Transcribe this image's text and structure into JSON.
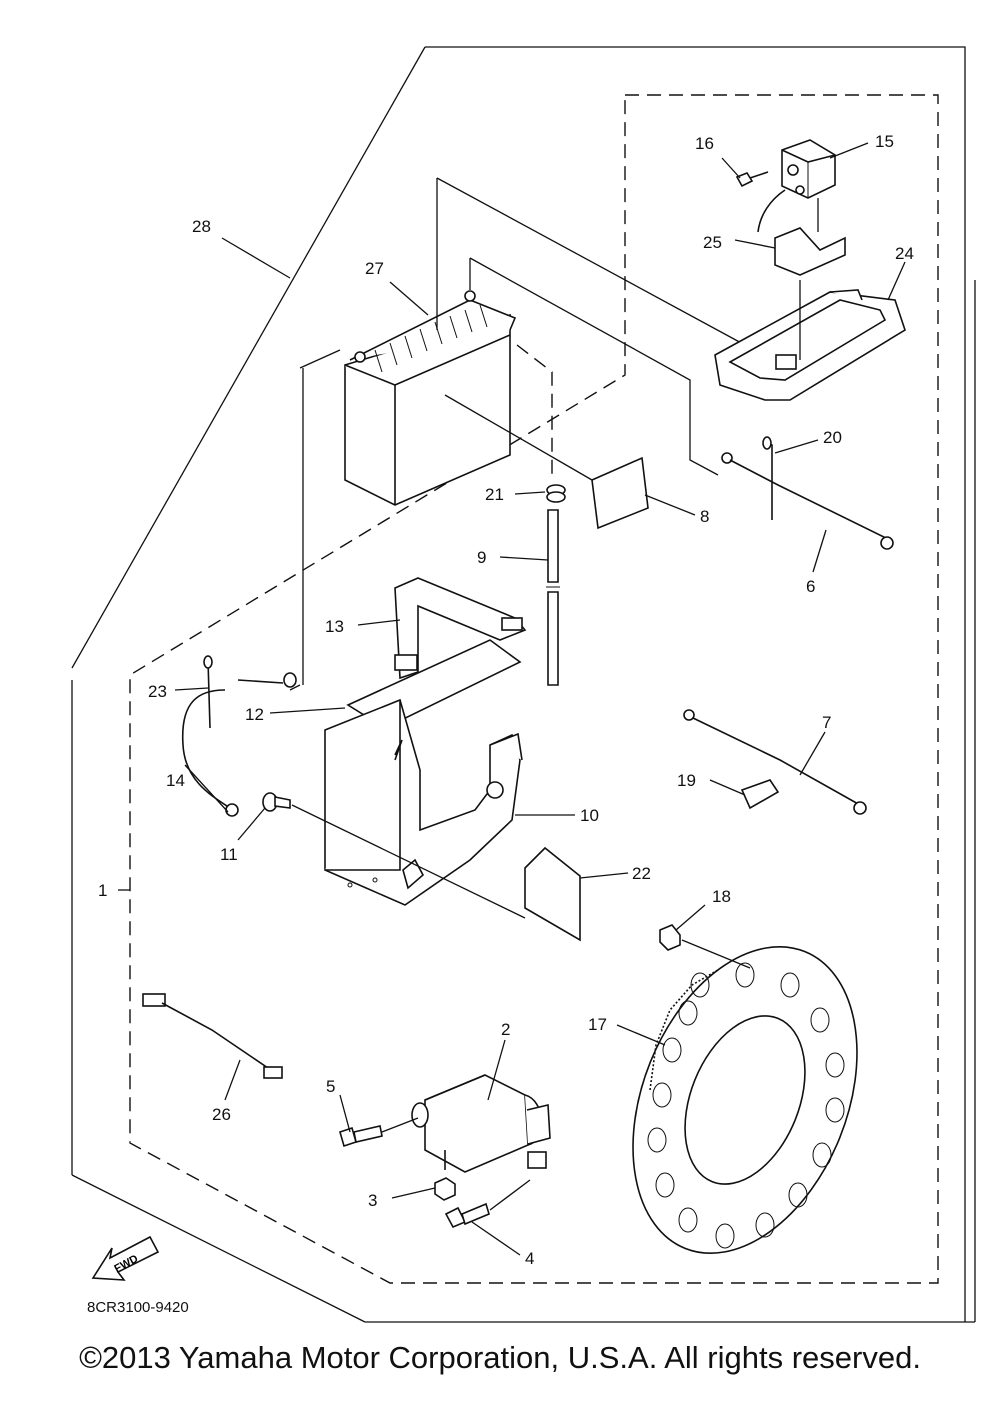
{
  "diagram": {
    "callouts": [
      "1",
      "2",
      "3",
      "4",
      "5",
      "6",
      "7",
      "8",
      "9",
      "10",
      "11",
      "12",
      "13",
      "14",
      "15",
      "16",
      "17",
      "18",
      "19",
      "20",
      "21",
      "22",
      "23",
      "24",
      "25",
      "26",
      "27",
      "28"
    ],
    "fwd_label": "FWD",
    "part_code": "8CR3100-9420"
  },
  "footer": {
    "copyright": "©2013 Yamaha Motor Corporation, U.S.A. All rights reserved."
  }
}
